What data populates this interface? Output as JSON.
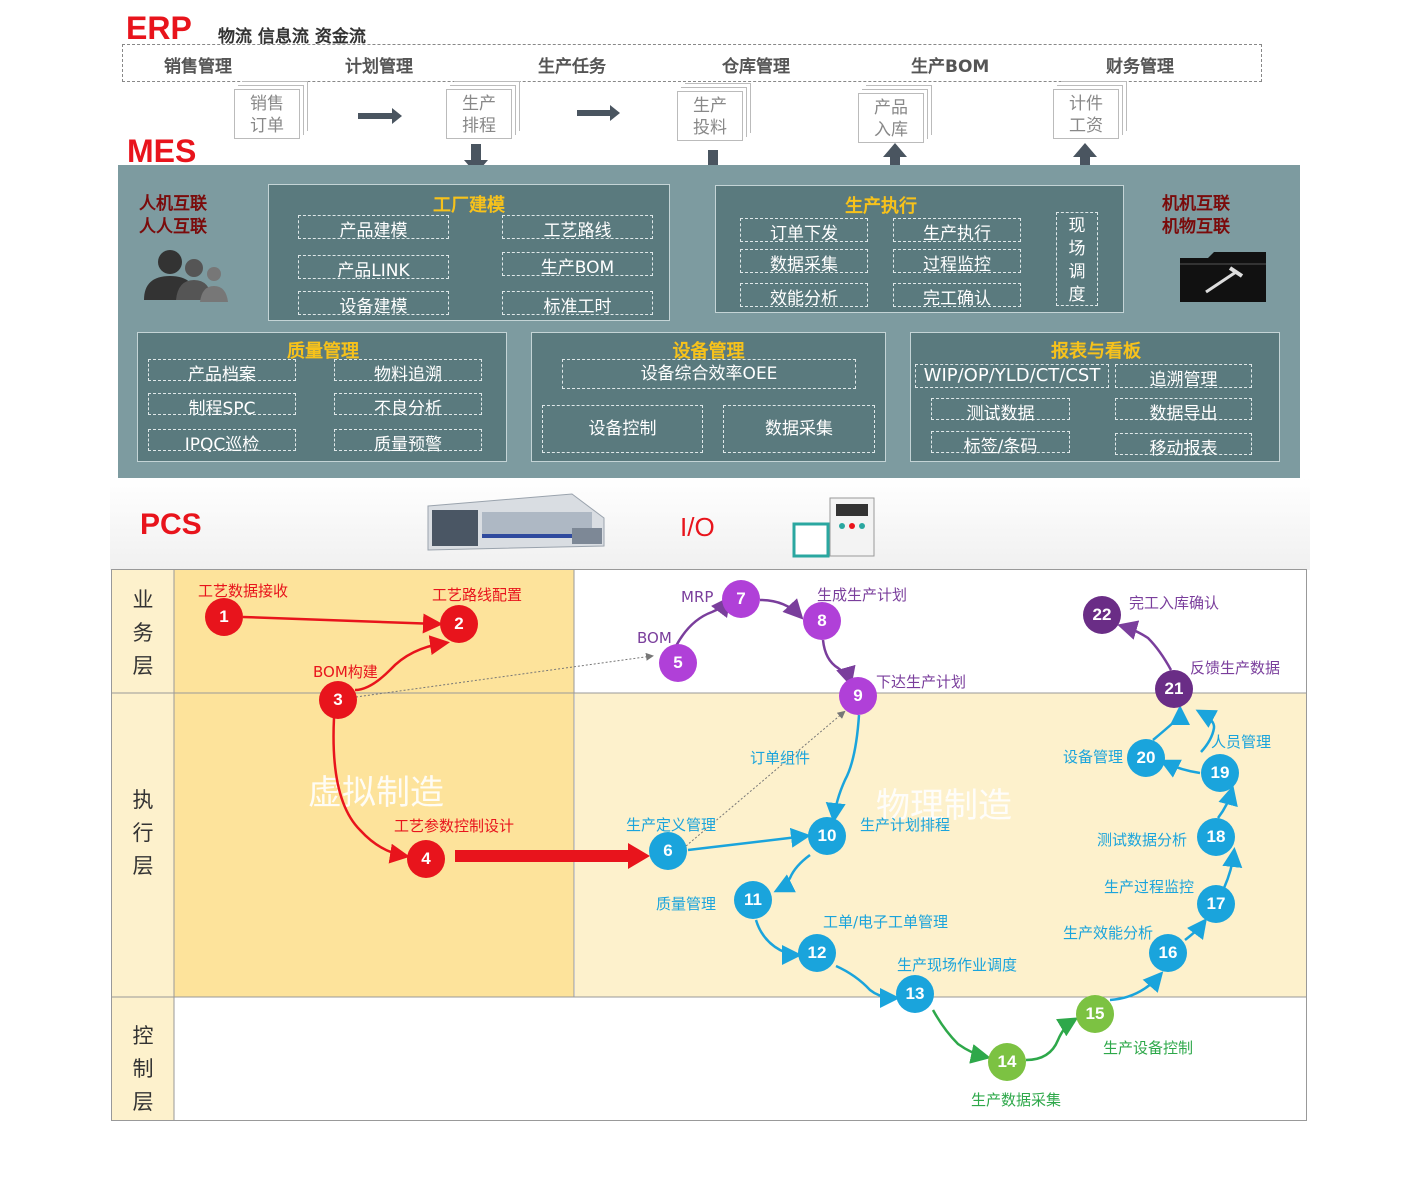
{
  "erp": {
    "title": "ERP",
    "subtitle": "物流  信息流 资金流",
    "modules": [
      "销售管理",
      "计划管理",
      "生产任务",
      "仓库管理",
      "生产BOM",
      "财务管理"
    ],
    "docs": [
      {
        "l1": "销售",
        "l2": "订单"
      },
      {
        "l1": "生产",
        "l2": "排程"
      },
      {
        "l1": "生产",
        "l2": "投料"
      },
      {
        "l1": "产品",
        "l2": "入库"
      },
      {
        "l1": "计件",
        "l2": "工资"
      }
    ]
  },
  "mes": {
    "title": "MES",
    "left_side": {
      "l1": "人机互联",
      "l2": "人人互联"
    },
    "right_side": {
      "l1": "机机互联",
      "l2": "机物互联"
    },
    "factory_modeling": {
      "title": "工厂建模",
      "items": [
        "产品建模",
        "工艺路线",
        "产品LINK",
        "生产BOM",
        "设备建模",
        "标准工时"
      ]
    },
    "production_execution": {
      "title": "生产执行",
      "items": [
        "订单下发",
        "生产执行",
        "数据采集",
        "过程监控",
        "效能分析",
        "完工确认"
      ],
      "vertical": [
        "现",
        "场",
        "调",
        "度"
      ]
    },
    "quality": {
      "title": "质量管理",
      "items": [
        "产品档案",
        "物料追溯",
        "制程SPC",
        "不良分析",
        "IPQC巡检",
        "质量预警"
      ]
    },
    "equipment": {
      "title": "设备管理",
      "oee": "设备综合效率OEE",
      "items": [
        "设备控制",
        "数据采集"
      ]
    },
    "reports": {
      "title": "报表与看板",
      "items": [
        "WIP/OP/YLD/CT/CST",
        "追溯管理",
        "测试数据",
        "数据导出",
        "标签/条码",
        "移动报表"
      ]
    }
  },
  "pcs": {
    "title": "PCS",
    "io": "I/O"
  },
  "layers": {
    "business": [
      "业",
      "务",
      "层"
    ],
    "execution": [
      "执",
      "行",
      "层"
    ],
    "control": [
      "控",
      "制",
      "层"
    ]
  },
  "watermarks": {
    "virtual": "虚拟制造",
    "physical": "物理制造"
  },
  "colors": {
    "red": "#e8141c",
    "purple": "#7a3e9c",
    "magenta": "#b040d8",
    "blue": "#1aa4dc",
    "green": "#7cc242",
    "mes_panel": "#7d9ba0",
    "mes_box": "#5a7a7e",
    "box_title": "#f7c21b"
  },
  "nodes": [
    {
      "n": "1",
      "label": "工艺数据接收"
    },
    {
      "n": "2",
      "label": "工艺路线配置"
    },
    {
      "n": "3",
      "label": "BOM构建"
    },
    {
      "n": "4",
      "label": "工艺参数控制设计"
    },
    {
      "n": "5",
      "label": "BOM"
    },
    {
      "n": "6",
      "label": "生产定义管理"
    },
    {
      "n": "7",
      "label": "MRP"
    },
    {
      "n": "8",
      "label": "生成生产计划"
    },
    {
      "n": "9",
      "label": "下达生产计划"
    },
    {
      "n": "10",
      "label": "生产计划排程"
    },
    {
      "n": "11",
      "label": "质量管理"
    },
    {
      "n": "12",
      "label": "工单/电子工单管理"
    },
    {
      "n": "13",
      "label": "生产现场作业调度"
    },
    {
      "n": "14",
      "label": "生产数据采集"
    },
    {
      "n": "15",
      "label": "生产设备控制"
    },
    {
      "n": "16",
      "label": "生产效能分析"
    },
    {
      "n": "17",
      "label": "生产过程监控"
    },
    {
      "n": "18",
      "label": "测试数据分析"
    },
    {
      "n": "19",
      "label": "人员管理"
    },
    {
      "n": "20",
      "label": "设备管理"
    },
    {
      "n": "21",
      "label": "反馈生产数据"
    },
    {
      "n": "22",
      "label": "完工入库确认"
    }
  ],
  "extra_labels": {
    "order_group": "订单组件"
  }
}
